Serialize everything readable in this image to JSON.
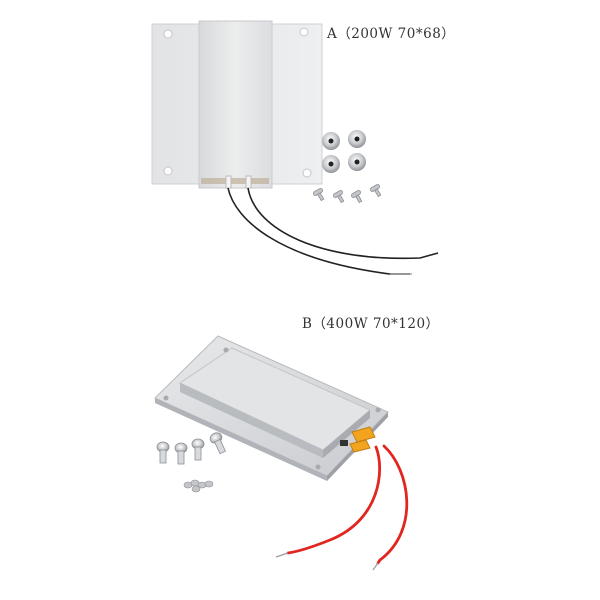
{
  "products": [
    {
      "id": "A",
      "label": "A（200W 70*68）",
      "plate_color": "#e6e7e9",
      "wire_color": "#222222",
      "accessories": [
        "4 spacer standoffs",
        "4 screws"
      ]
    },
    {
      "id": "B",
      "label": "B（400W 70*120）",
      "plate_color": "#dadcdf",
      "wire_color": "#e0261f",
      "connector_color": "#f0a020",
      "accessories": [
        "4 standoff screws",
        "small screws"
      ]
    }
  ]
}
